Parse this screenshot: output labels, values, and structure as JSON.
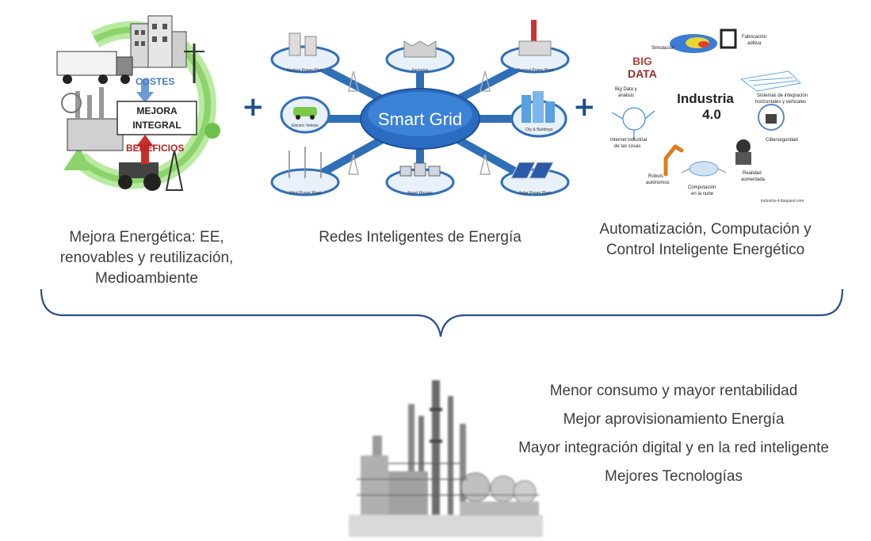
{
  "panel1": {
    "costes": "COSTES",
    "mejora_line1": "MEJORA",
    "mejora_line2": "INTEGRAL",
    "beneficios": "BENEFICIOS",
    "caption_lines": [
      "Mejora Energética: EE,",
      "renovables y reutilización,",
      "Medioambiente"
    ]
  },
  "plus_symbol": "+",
  "panel2": {
    "center": "Smart Grid",
    "nodes": [
      "Nuclear Power Plant",
      "Factories",
      "Thermal Power Plant",
      "Electric Vehicle",
      "City & Buildings",
      "Wind Power Plant",
      "Smart Houses",
      "Solar Power Plant"
    ],
    "caption": "Redes Inteligentes de Energía"
  },
  "panel3": {
    "title_line1": "Industria",
    "title_line2": "4.0",
    "items": {
      "simulacion": "Simulación",
      "fabricacion_1": "Fabricación",
      "fabricacion_2": "aditiva",
      "sistemas_1": "Sistemas de integración",
      "sistemas_2": "horizontales y verticales",
      "big_data_1": "Big Data y",
      "big_data_2": "análisis",
      "ciber": "Ciberseguridad",
      "internet_1": "Internet industrial",
      "internet_2": "de las cosas",
      "realidad_1": "Realidad",
      "realidad_2": "aumentada",
      "robots_1": "Robots",
      "robots_2": "autónomos",
      "nube_1": "Computación",
      "nube_2": "en la nube"
    },
    "big_label": "BIG",
    "data_label": "DATA",
    "source": "industria-4.blogspot.com",
    "caption_lines": [
      "Automatización, Computación y",
      "Control Inteligente Energético"
    ]
  },
  "outcomes": [
    "Menor consumo y mayor rentabilidad",
    "Mejor aprovisionamiento Energía",
    "Mayor integración digital y en la red inteligente",
    "Mejores Tecnologías"
  ],
  "colors": {
    "accent_blue": "#1f4e8c",
    "grid_blue": "#2f6fb8",
    "cycle_green": "#8dd36b",
    "arrow_red": "#c9302c",
    "arrow_blue": "#6b9ad6"
  }
}
